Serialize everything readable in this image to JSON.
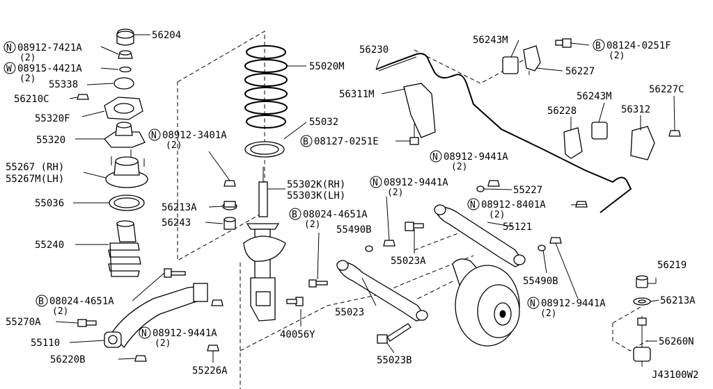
{
  "diagram_id": "J43100W2",
  "labels": {
    "p56204": "56204",
    "n08912_7421A": "08912-7421A",
    "q2a": "(2)",
    "w08915_4421A": "08915-4421A",
    "q2b": "(2)",
    "p55338": "55338",
    "p56210C": "56210C",
    "p55320F": "55320F",
    "p55320": "55320",
    "p55267rh": "55267 (RH)",
    "p55267lh": "55267M(LH)",
    "p55036": "55036",
    "p55240": "55240",
    "b08024_4651A_l": "08024-4651A",
    "q2c": "(2)",
    "p55270A": "55270A",
    "p55110": "55110",
    "p56220B": "56220B",
    "p55020M": "55020M",
    "p55032": "55032",
    "n08912_3401A": "08912-3401A",
    "q2d": "(2)",
    "p55302K": "55302K(RH)",
    "p55303K": "55303K(LH)",
    "p56213A_l": "56213A",
    "p56243": "56243",
    "b08024_4651A_r": "08024-4651A",
    "q2e": "(2)",
    "n08912_9441A_b": "08912-9441A",
    "q2f": "(2)",
    "p40056Y": "40056Y",
    "p55226A": "55226A",
    "p56230": "56230",
    "p56311M": "56311M",
    "b08127_0251E": "08127-0251E",
    "p56243M_top": "56243M",
    "b08124_0251F": "08124-0251F",
    "q2g": "(2)",
    "p56227": "56227",
    "p56243M_mid": "56243M",
    "p56227C": "56227C",
    "p56228": "56228",
    "p56312": "56312",
    "n08912_9441A_c": "08912-9441A",
    "q2h": "(2)",
    "n08912_9441A_d": "08912-9441A",
    "q2i": "(2)",
    "p55227": "55227",
    "n08912_8401A": "08912-8401A",
    "q2j": "(2)",
    "p55490B_l": "55490B",
    "p55121": "55121",
    "p55023A": "55023A",
    "p55490B_r": "55490B",
    "p55023": "55023",
    "n08912_9441A_e": "08912-9441A",
    "q2k": "(2)",
    "p55023B": "55023B",
    "p56219": "56219",
    "p56213A_r": "56213A",
    "p56260N": "56260N"
  },
  "prefix_marks": {
    "n": "N",
    "w": "W",
    "b": "B"
  },
  "colors": {
    "ink": "#000000",
    "paper": "#ffffff"
  }
}
